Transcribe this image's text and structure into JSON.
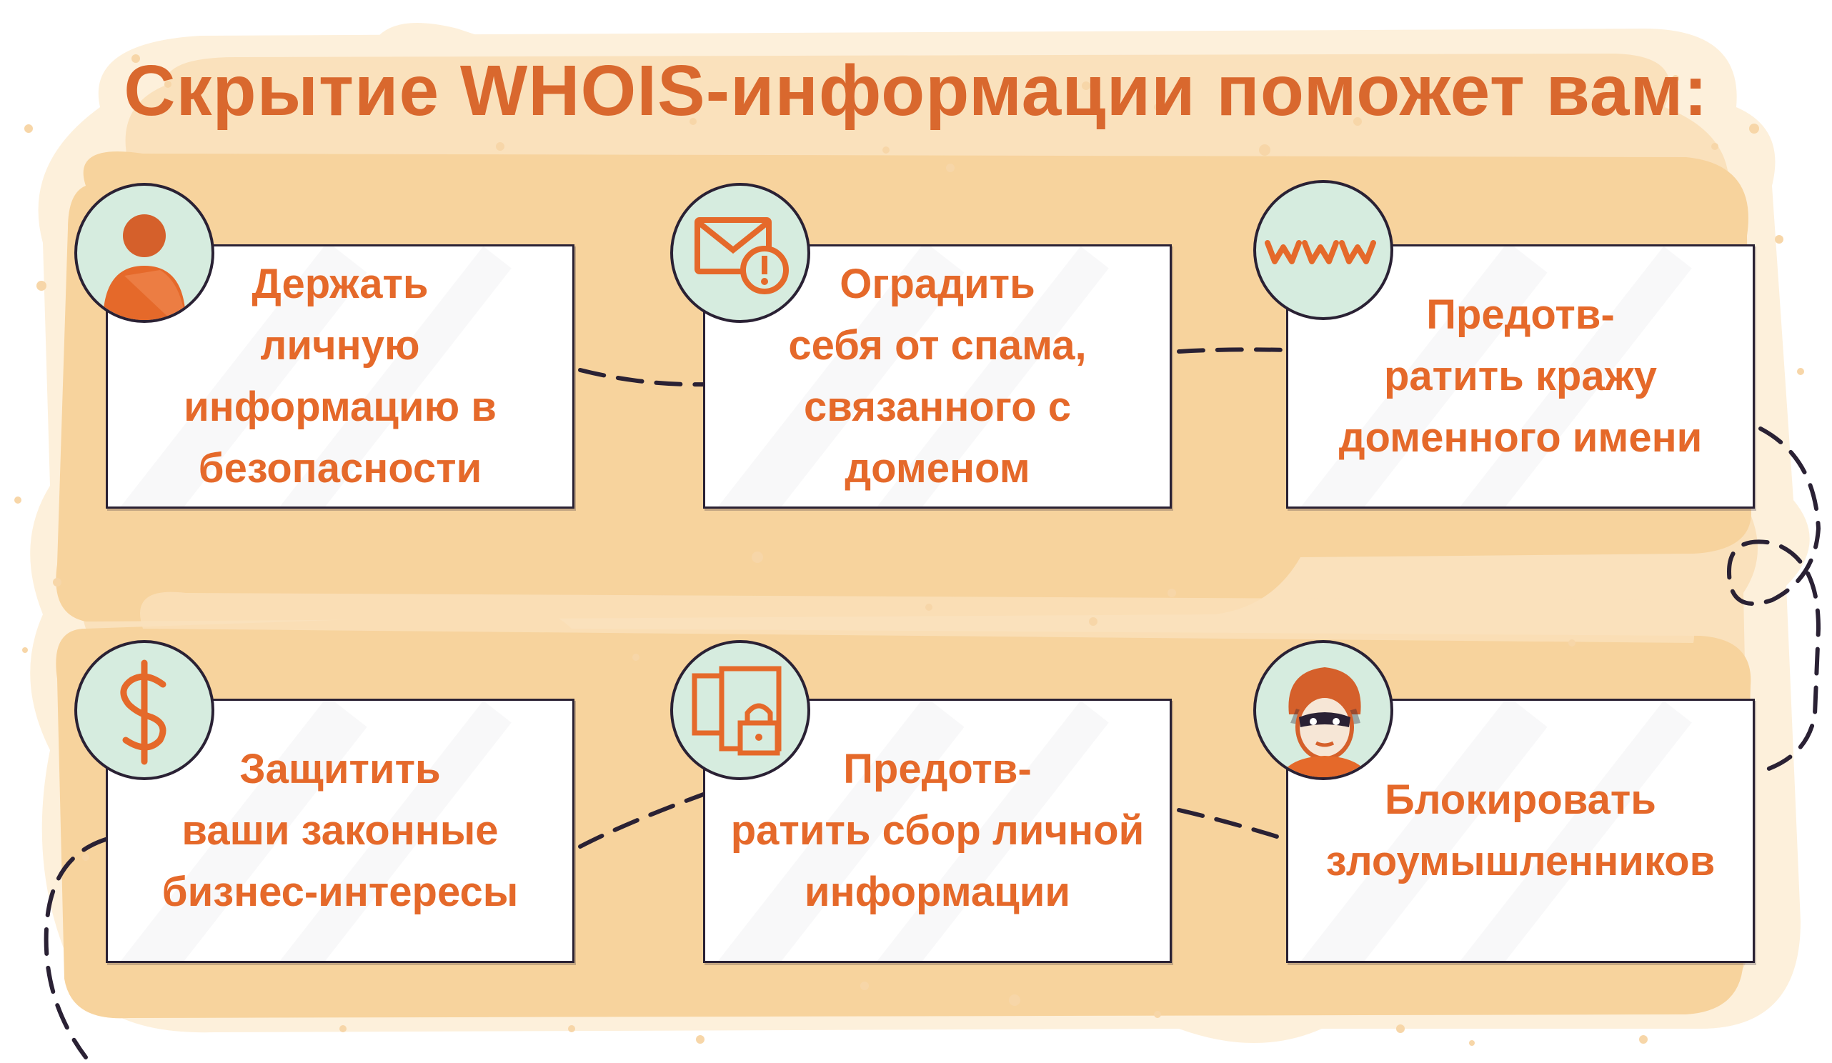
{
  "title": "Скрытие WHOIS-информации поможет вам:",
  "colors": {
    "accent": "#e5692a",
    "title": "#d9682e",
    "blob": "#fae1bc",
    "blob_inner": "#f7d39d",
    "outline": "#2a2134",
    "badge": "#d6ecdf"
  },
  "cards": [
    {
      "icon": "person-icon",
      "text": "Держать\nличную\nинформацию в\nбезопасности"
    },
    {
      "icon": "mail-alert-icon",
      "text": "Оградить\nсебя от спама,\nсвязанного с\nдоменом"
    },
    {
      "icon": "www-icon",
      "text": "Предотв-\nратить кражу\nдоменного имени"
    },
    {
      "icon": "dollar-icon",
      "text": "Защитить\nваши законные\nбизнес-интересы"
    },
    {
      "icon": "lock-devices-icon",
      "text": "Предотв-\nратить сбор личной\nинформации"
    },
    {
      "icon": "hacker-icon",
      "text": "Блокировать\nзлоумышленников"
    }
  ]
}
